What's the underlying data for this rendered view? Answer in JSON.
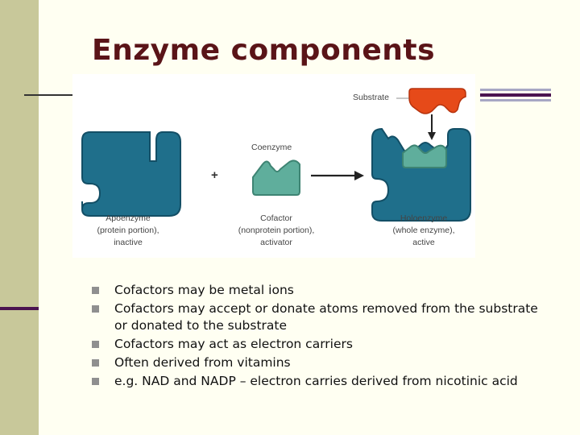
{
  "slide": {
    "title": "Enzyme components"
  },
  "figure": {
    "labels": {
      "substrate": "Substrate",
      "coenzyme": "Coenzyme",
      "plus": "+",
      "apoenzyme": [
        "Apoenzyme",
        "(protein portion),",
        "inactive"
      ],
      "cofactor": [
        "Cofactor",
        "(nonprotein portion),",
        "activator"
      ],
      "holoenzyme": [
        "Holoenzyme",
        "(whole enzyme),",
        "active"
      ]
    },
    "colors": {
      "enzyme": "#1f6f8b",
      "coenzyme": "#5fae9c",
      "substrate": "#e64a19"
    }
  },
  "bullets": [
    {
      "text": "Cofactors may be metal ions"
    },
    {
      "text": "Cofactors may accept or donate atoms removed from the substrate or donated to the substrate"
    },
    {
      "text": "Cofactors may act as electron carriers"
    },
    {
      "text": "Often derived from vitamins"
    },
    {
      "text": "e.g. NAD and NADP – electron carries derived from nicotinic acid"
    }
  ],
  "icons": {
    "bullet": "square-bullet-icon"
  }
}
